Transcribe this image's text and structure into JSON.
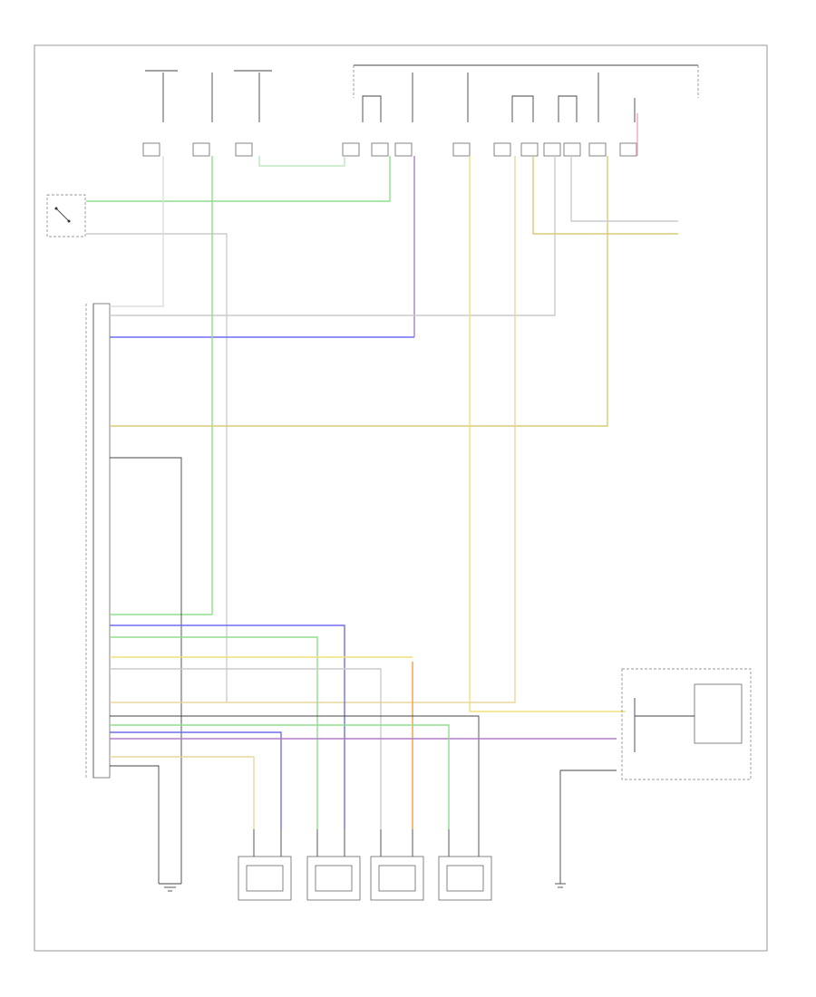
{
  "figure_code": "",
  "colors": {
    "green": "#8fdf8f",
    "purple": "#b07cc8",
    "blue": "#6f6ff0",
    "yellow": "#f0e27a",
    "olive": "#d9cc74",
    "orange": "#f0a040",
    "pink": "#f2a8b8",
    "lightgray": "#cccccc",
    "gray": "#888888",
    "black": "#444444",
    "palegreen": "#bfe7bf"
  },
  "icons": [
    "ground-symbol",
    "switch-symbol",
    "module-block",
    "solenoid-valve-block"
  ],
  "note": ""
}
